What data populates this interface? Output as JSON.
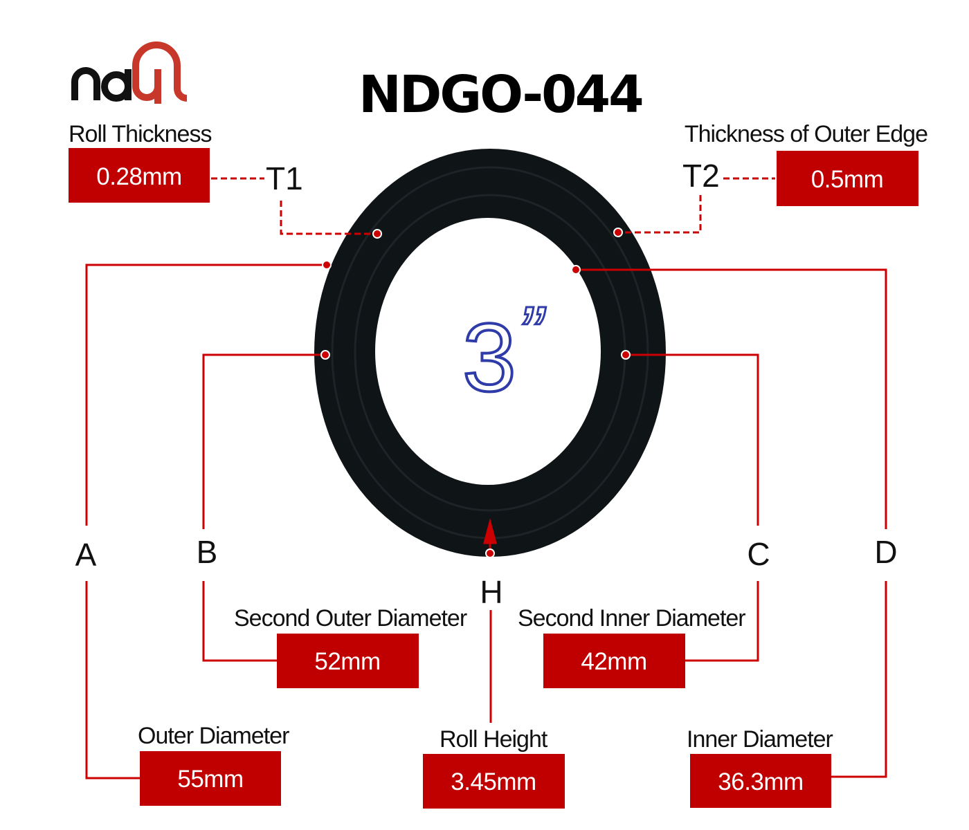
{
  "brand": {
    "logo_text": "ndyl"
  },
  "title": "NDGO-044",
  "size_label": {
    "number": "3",
    "unit": "”"
  },
  "colors": {
    "accent": "#c00000",
    "ring": "#0f1416",
    "size_text": "#2e3ba8"
  },
  "measurements": {
    "t1": {
      "label": "Roll Thickness",
      "marker": "T1",
      "value": "0.28mm"
    },
    "t2": {
      "label": "Thickness of Outer Edge",
      "marker": "T2",
      "value": "0.5mm"
    },
    "a": {
      "label": "Outer Diameter",
      "marker": "A",
      "value": "55mm"
    },
    "b": {
      "label": "Second Outer Diameter",
      "marker": "B",
      "value": "52mm"
    },
    "c": {
      "label": "Second Inner Diameter",
      "marker": "C",
      "value": "42mm"
    },
    "d": {
      "label": "Inner Diameter",
      "marker": "D",
      "value": "36.3mm"
    },
    "h": {
      "label": "Roll Height",
      "marker": "H",
      "value": "3.45mm"
    }
  }
}
